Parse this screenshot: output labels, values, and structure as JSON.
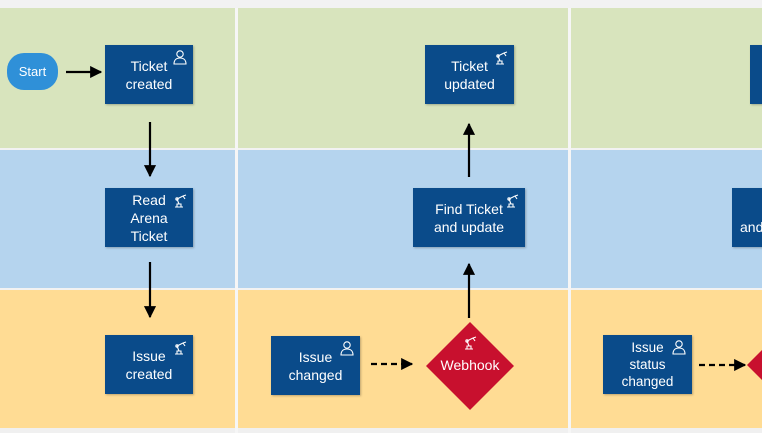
{
  "colors": {
    "lane_ticketing": "#d8e4bd",
    "lane_integration": "#b5d4ee",
    "lane_issues": "#ffdc94",
    "task_box": "#0a4b8a",
    "start_node": "#2f90d8",
    "webhook_node": "#c8102e",
    "arrow": "#000000"
  },
  "start": {
    "label": "Start"
  },
  "nodes": {
    "ticket_created": {
      "label": "Ticket\ncreated",
      "icon": "user-icon"
    },
    "read_arena_ticket": {
      "label": "Read\nArena Ticket",
      "icon": "robot-arm-icon"
    },
    "issue_created": {
      "label": "Issue\ncreated",
      "icon": "robot-arm-icon"
    },
    "ticket_updated": {
      "label": "Ticket\nupdated",
      "icon": "robot-arm-icon"
    },
    "find_ticket_update": {
      "label": "Find Ticket\nand update",
      "icon": "robot-arm-icon"
    },
    "issue_changed": {
      "label": "Issue\nchanged",
      "icon": "user-icon"
    },
    "webhook": {
      "label": "Webhook",
      "icon": "robot-arm-icon"
    },
    "issue_status_changed": {
      "label": "Issue\nstatus\nchanged",
      "icon": "user-icon"
    },
    "partial_lane2_label": {
      "label": "and"
    }
  }
}
